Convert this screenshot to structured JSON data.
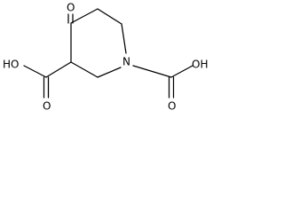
{
  "molecule": {
    "atoms": {
      "ring_oxygen": "O",
      "nitrogen": "N",
      "acid_left_hydroxyl": "HO",
      "acid_left_oxygen": "O",
      "acid_right_hydroxyl": "OH",
      "acid_right_oxygen": "O"
    },
    "colors": {
      "ink": "#000000",
      "background": "#ffffff"
    }
  }
}
